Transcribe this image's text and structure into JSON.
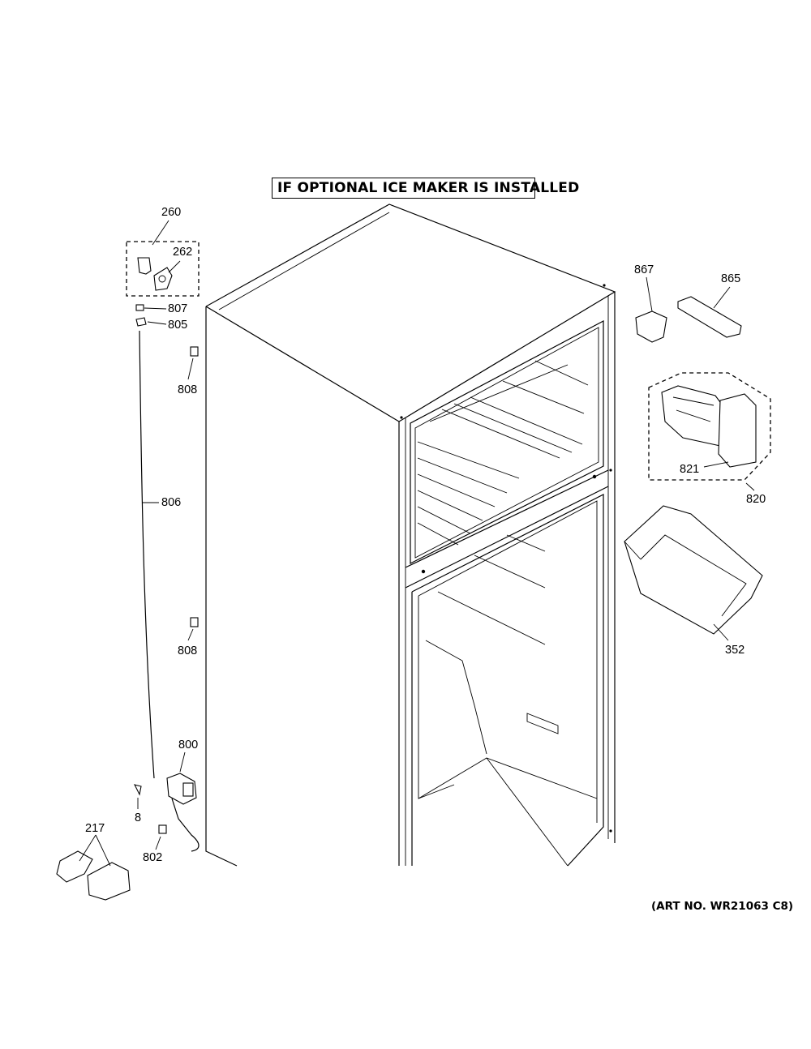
{
  "heading": "IF OPTIONAL ICE MAKER IS INSTALLED",
  "art_number": "(ART NO. WR21063 C8)",
  "parts": [
    {
      "id": "p260",
      "label": "260"
    },
    {
      "id": "p262",
      "label": "262"
    },
    {
      "id": "p807",
      "label": "807"
    },
    {
      "id": "p805",
      "label": "805"
    },
    {
      "id": "p808a",
      "label": "808"
    },
    {
      "id": "p806",
      "label": "806"
    },
    {
      "id": "p808b",
      "label": "808"
    },
    {
      "id": "p800",
      "label": "800"
    },
    {
      "id": "p8",
      "label": "8"
    },
    {
      "id": "p802",
      "label": "802"
    },
    {
      "id": "p217",
      "label": "217"
    },
    {
      "id": "p867",
      "label": "867"
    },
    {
      "id": "p865",
      "label": "865"
    },
    {
      "id": "p821",
      "label": "821"
    },
    {
      "id": "p820",
      "label": "820"
    },
    {
      "id": "p352",
      "label": "352"
    }
  ]
}
